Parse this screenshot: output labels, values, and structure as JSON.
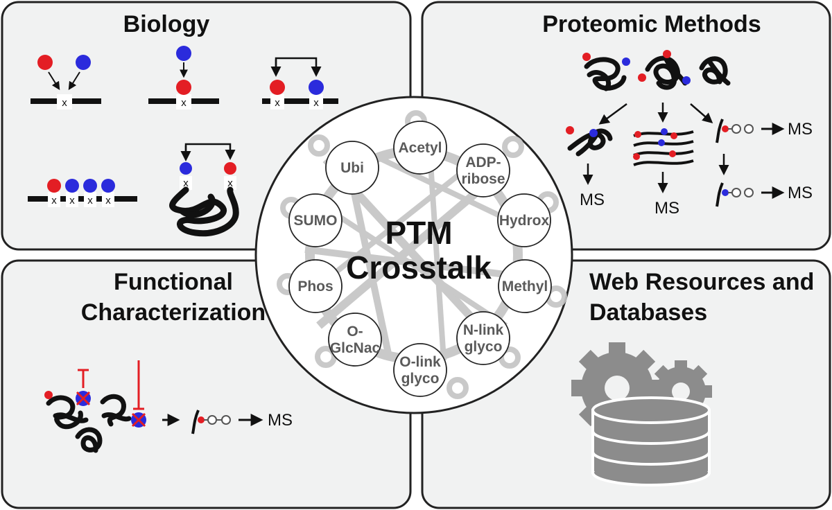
{
  "panels": {
    "biology": {
      "title": "Biology",
      "site_mark": "x"
    },
    "proteomic": {
      "title": "Proteomic Methods",
      "ms": "MS"
    },
    "functional": {
      "title_line1": "Functional",
      "title_line2": "Characterization",
      "ms": "MS"
    },
    "web": {
      "title_line1": "Web Resources and",
      "title_line2": "Databases"
    }
  },
  "center": {
    "title_line1": "PTM",
    "title_line2": "Crosstalk",
    "ptms": [
      {
        "name": "Acetyl"
      },
      {
        "name": "ADP-",
        "name2": "ribose"
      },
      {
        "name": "Hydrox"
      },
      {
        "name": "Methyl"
      },
      {
        "name": "N-link",
        "name2": "glyco"
      },
      {
        "name": "O-link",
        "name2": "glyco"
      },
      {
        "name": "O-",
        "name2": "GlcNac"
      },
      {
        "name": "Phos"
      },
      {
        "name": "SUMO"
      },
      {
        "name": "Ubi"
      }
    ]
  },
  "colors": {
    "red": "#e31e24",
    "blue": "#2b2bdc",
    "panel_bg": "#f1f2f2",
    "gear": "#8c8c8c",
    "ptm_text": "#5a5a5a"
  }
}
